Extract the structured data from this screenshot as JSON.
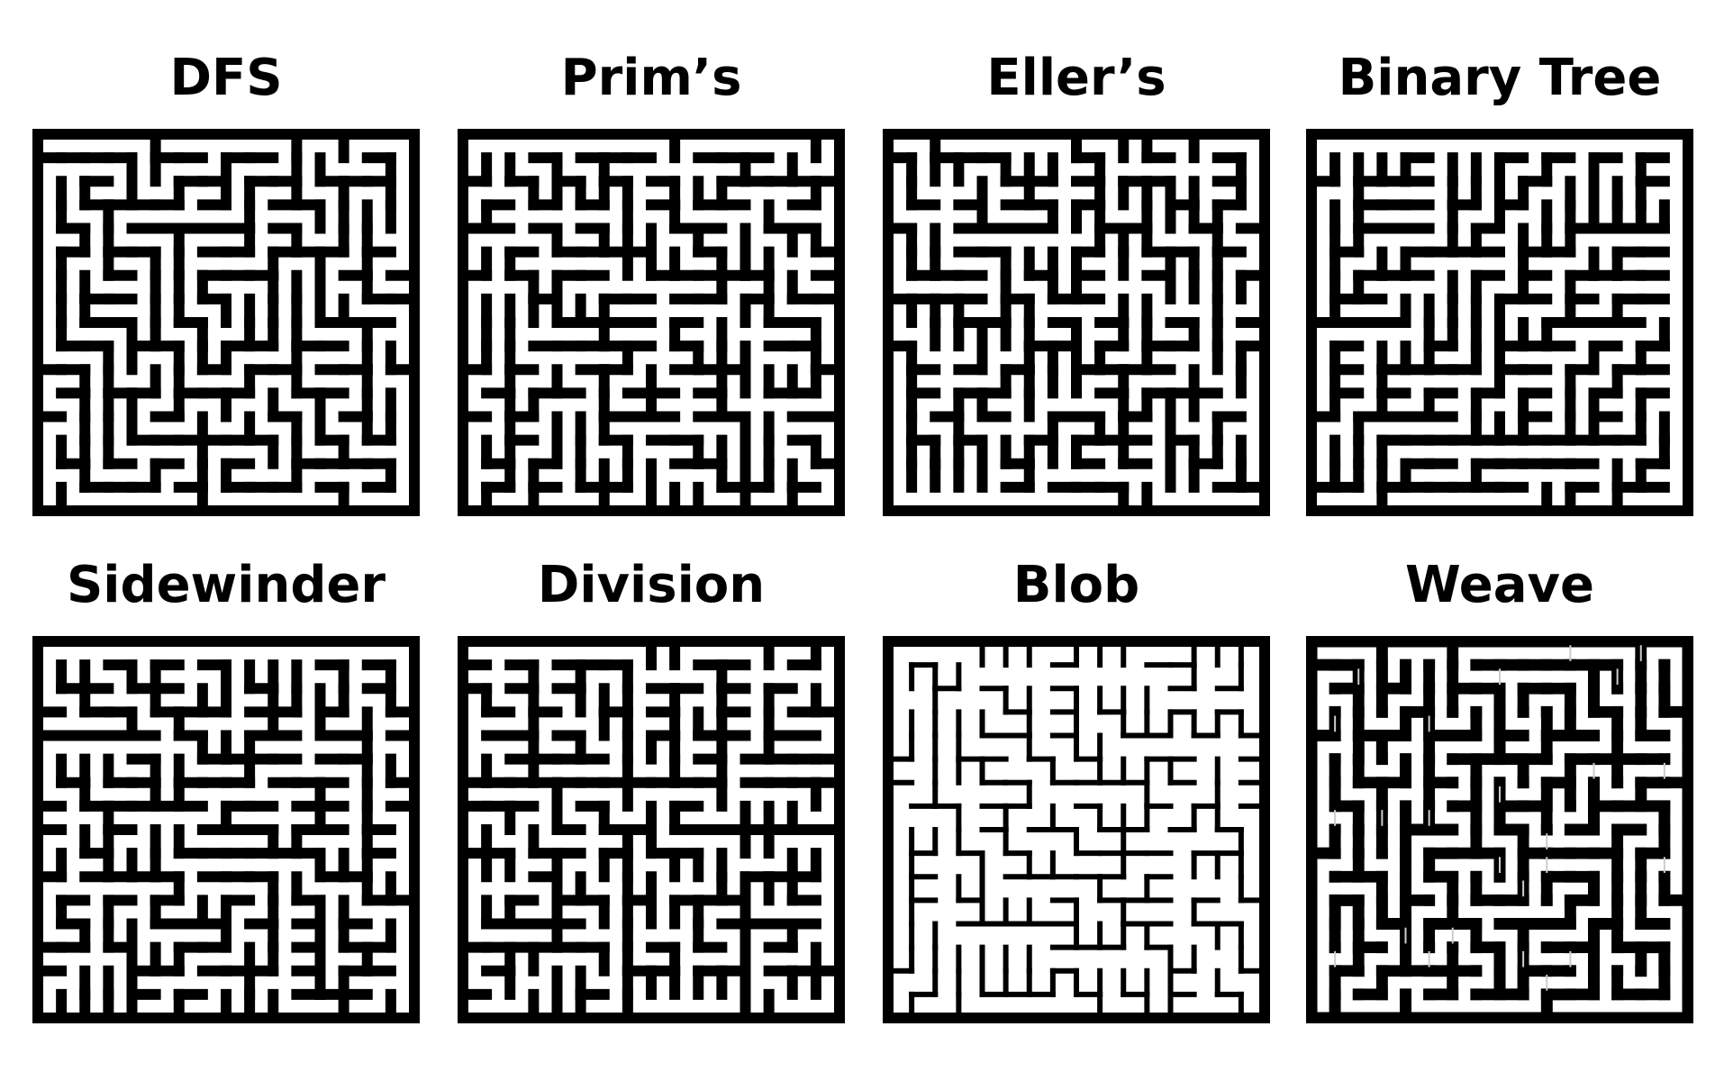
{
  "colors": {
    "wall": "#000000",
    "background": "#ffffff",
    "weave_bridge": "#cccccc"
  },
  "mazes": [
    {
      "title": "DFS",
      "style": "dfs",
      "seed": 11
    },
    {
      "title": "Prim’s",
      "style": "prims",
      "seed": 23
    },
    {
      "title": "Eller’s",
      "style": "ellers",
      "seed": 37
    },
    {
      "title": "Binary Tree",
      "style": "binarytree",
      "seed": 41
    },
    {
      "title": "Sidewinder",
      "style": "sidewinder",
      "seed": 53
    },
    {
      "title": "Division",
      "style": "division",
      "seed": 67
    },
    {
      "title": "Blob",
      "style": "blob",
      "seed": 71
    },
    {
      "title": "Weave",
      "style": "weave",
      "seed": 89
    }
  ]
}
